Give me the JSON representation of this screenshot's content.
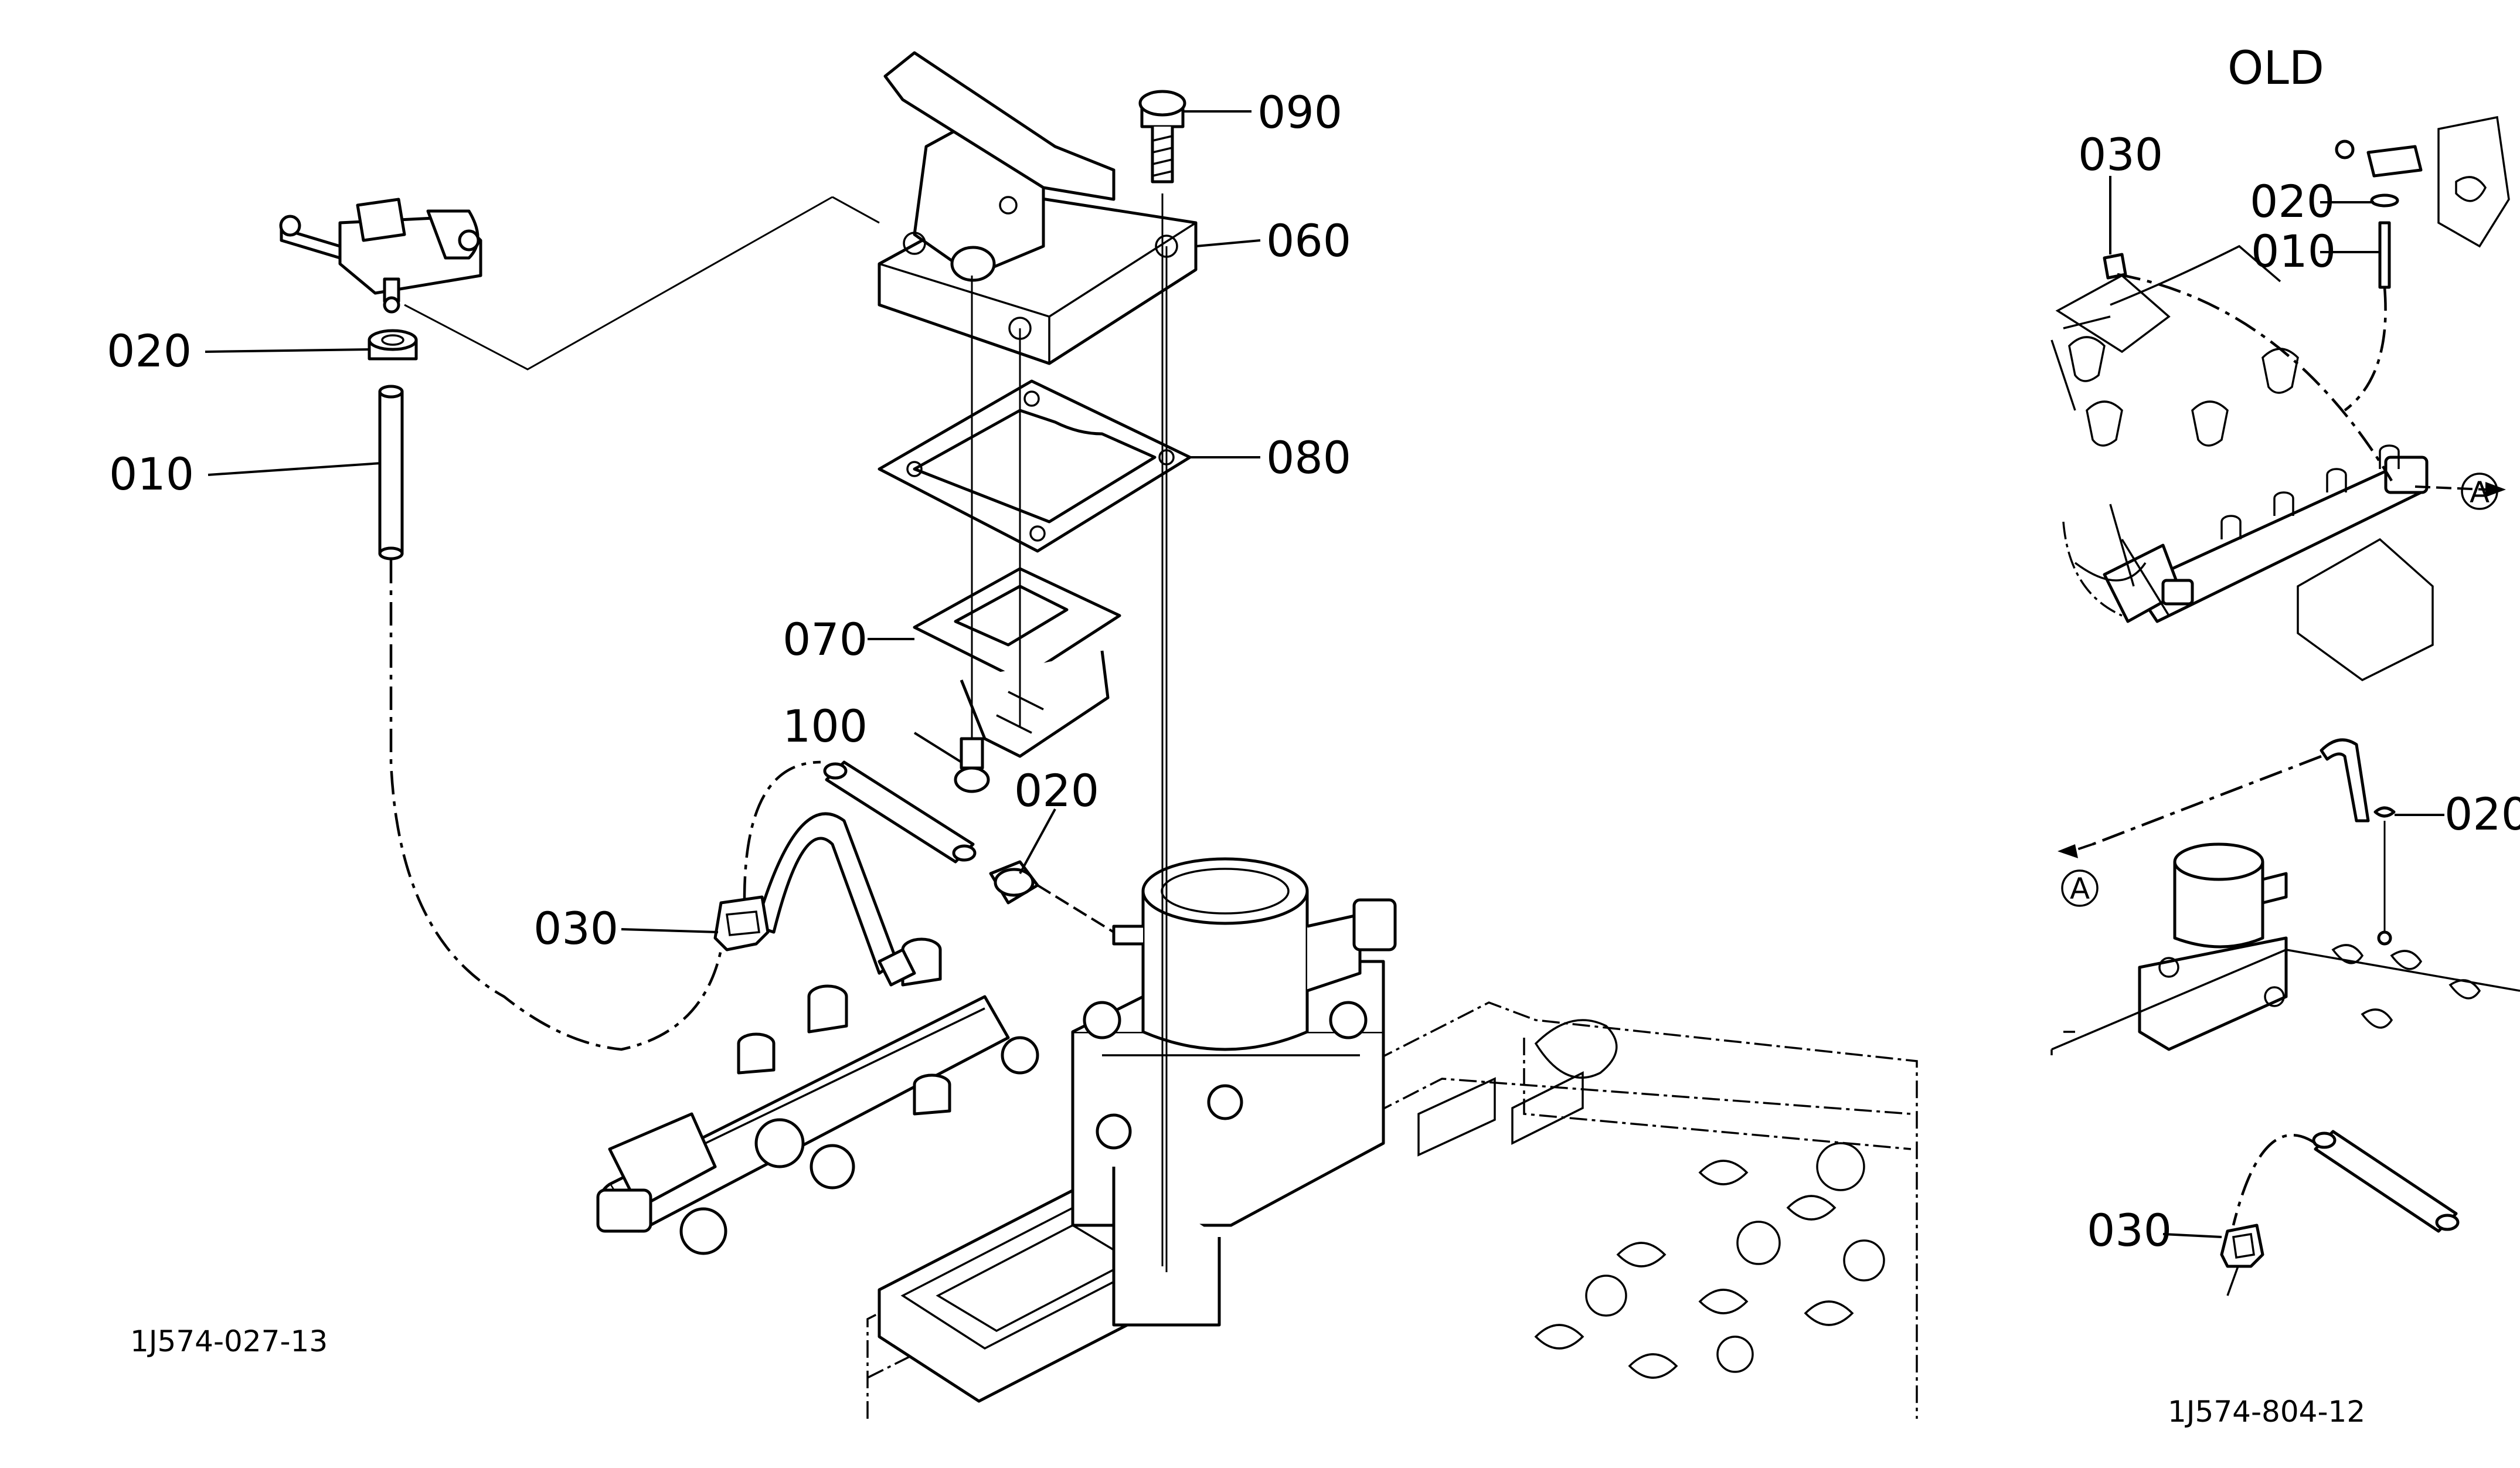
{
  "labels": {
    "main_090": "090",
    "main_060": "060",
    "main_080": "080",
    "main_070": "070",
    "main_100": "100",
    "main_020_hose": "020",
    "main_020_sensor": "020",
    "main_010": "010",
    "main_030": "030",
    "old_030_top": "030",
    "old_020_top": "020",
    "old_010_top": "010",
    "old_020_mid": "020",
    "old_030_bottom": "030"
  },
  "section_title": "OLD",
  "callout_letter": "A",
  "figure_codes": {
    "main": "1J574-027-13",
    "old": "1J574-804-12"
  }
}
